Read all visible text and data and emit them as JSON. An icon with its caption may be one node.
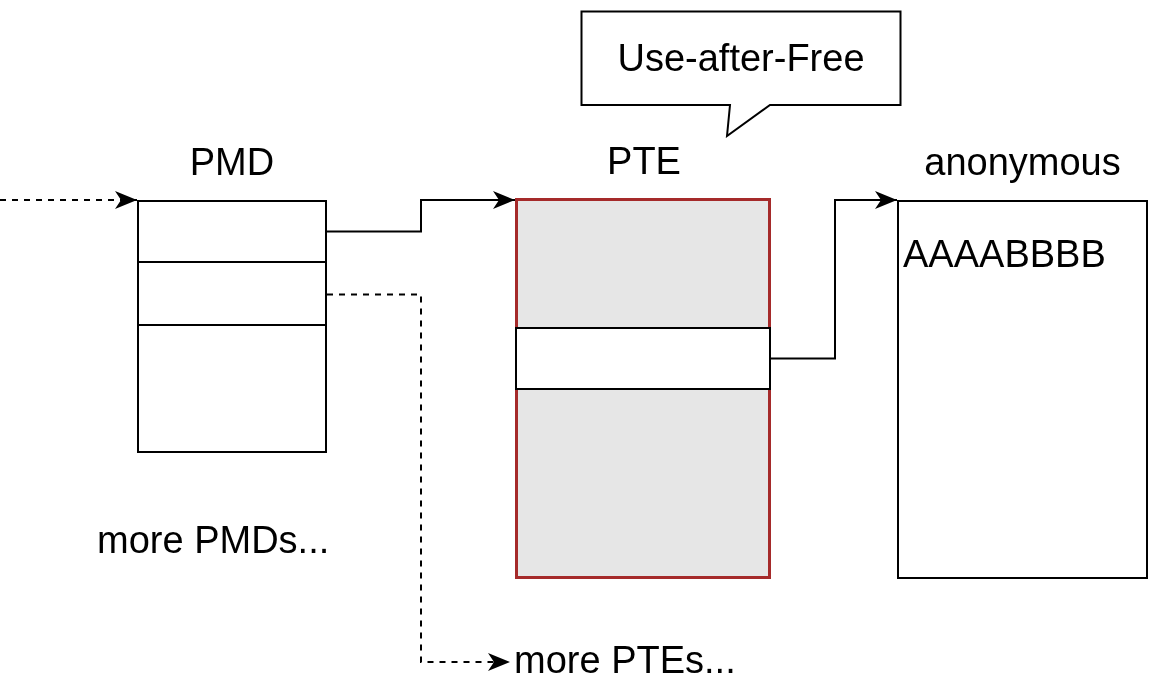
{
  "diagram": {
    "nodes": [
      {
        "text": [
          "Use-after-Free"
        ]
      },
      {
        "text": [
          "PMD"
        ]
      },
      {
        "text": [],
        "shape": "box",
        "in": 1
      },
      {
        "text": [],
        "shape": "box",
        "in": 1
      },
      {
        "text": [
          "PTE"
        ]
      },
      {
        "text": [],
        "shape": "box",
        "in": 4
      },
      {
        "text": [
          "anonymous",
          "AAAABBBB"
        ]
      },
      {
        "text": [
          "more PTEs..."
        ]
      }
    ],
    "edges": [
      {
        "from": null,
        "to": 2,
        "arrow": "to",
        "style": "dashed"
      },
      {
        "from": 2,
        "to": 4,
        "arrow": "to"
      },
      {
        "from": 3,
        "to": 7,
        "arrow": "to",
        "style": "dashed"
      },
      {
        "from": 5,
        "to": 6,
        "arrow": "to"
      }
    ],
    "labels": [
      "more PMDs..."
    ]
  }
}
